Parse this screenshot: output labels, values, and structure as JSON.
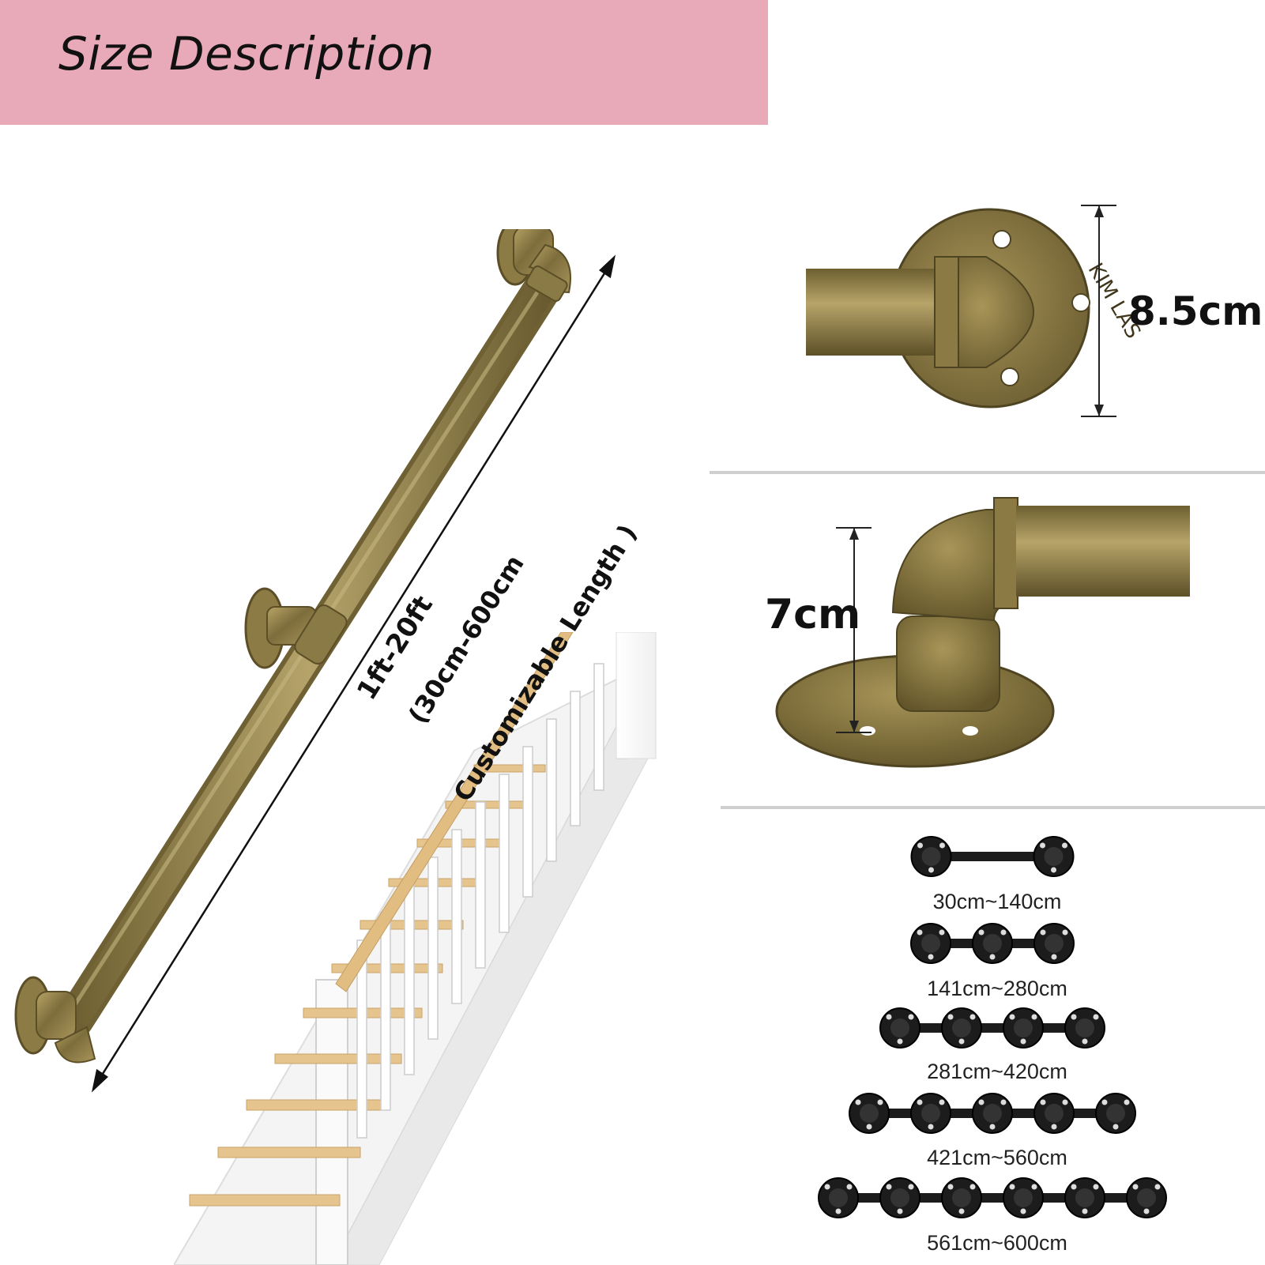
{
  "banner": {
    "title": "Size Description"
  },
  "main_product": {
    "length_label": "1ft-20ft",
    "length_note_line1": "(30cm-600cm",
    "length_note_line2": "Customizable Length )"
  },
  "flange_detail": {
    "dimension": "8.5cm",
    "stamp_text": "KIM LAS"
  },
  "elbow_detail": {
    "dimension": "7cm"
  },
  "length_options": [
    {
      "range": "30cm~140cm",
      "flanges": 2
    },
    {
      "range": "141cm~280cm",
      "flanges": 3
    },
    {
      "range": "281cm~420cm",
      "flanges": 4
    },
    {
      "range": "421cm~560cm",
      "flanges": 5
    },
    {
      "range": "561cm~600cm",
      "flanges": 6
    }
  ],
  "colors": {
    "banner": "#e8aab8",
    "brass": "#8a7a45",
    "flange_black": "#1c1c1c",
    "stair_wood": "#e6c48e"
  }
}
